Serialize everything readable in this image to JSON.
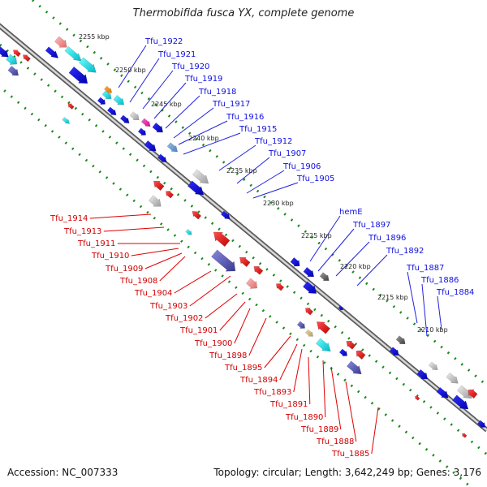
{
  "title": "Thermobifida fusca YX, complete genome",
  "footer": {
    "accession": "Accession: NC_007333",
    "summary": "Topology: circular; Length: 3,642,249 bp; Genes: 3,176"
  },
  "colors": {
    "forward_label": "#1010e0",
    "reverse_label": "#d00000",
    "leader_forward": "#2020e0",
    "leader_reverse": "#e00000",
    "backbone": "#777777",
    "scale_dots": "#1a8a1a"
  },
  "scale_ticks": [
    "2255 kbp",
    "2250 kbp",
    "2245 kbp",
    "2240 kbp",
    "2235 kbp",
    "2230 kbp",
    "2225 kbp",
    "2220 kbp",
    "2215 kbp",
    "2210 kbp"
  ],
  "forward_genes": [
    "Tfu_1922",
    "Tfu_1921",
    "Tfu_1920",
    "Tfu_1919",
    "Tfu_1918",
    "Tfu_1917",
    "Tfu_1916",
    "Tfu_1915",
    "Tfu_1912",
    "Tfu_1907",
    "Tfu_1906",
    "Tfu_1905",
    "hemE",
    "Tfu_1897",
    "Tfu_1896",
    "Tfu_1892",
    "Tfu_1887",
    "Tfu_1886",
    "Tfu_1884"
  ],
  "reverse_genes": [
    "Tfu_1914",
    "Tfu_1913",
    "Tfu_1911",
    "Tfu_1910",
    "Tfu_1909",
    "Tfu_1908",
    "Tfu_1904",
    "Tfu_1903",
    "Tfu_1902",
    "Tfu_1901",
    "Tfu_1900",
    "Tfu_1898",
    "Tfu_1895",
    "Tfu_1894",
    "Tfu_1893",
    "Tfu_1891",
    "Tfu_1890",
    "Tfu_1889",
    "Tfu_1888",
    "Tfu_1885"
  ]
}
